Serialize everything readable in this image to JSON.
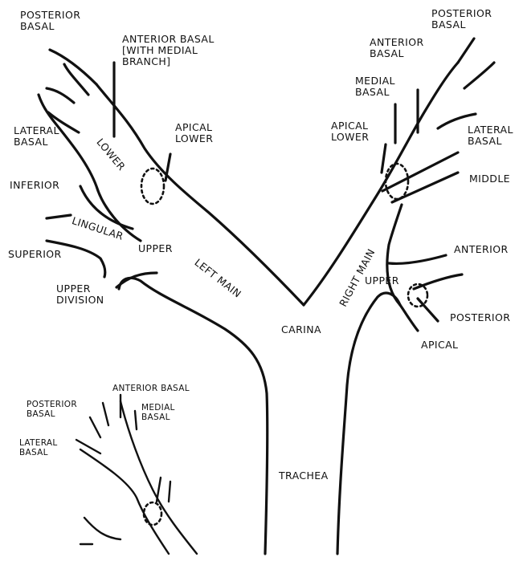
{
  "labels": {
    "left_posterior_basal": "POSTERIOR\nBASAL",
    "left_anterior_basal": "ANTERIOR BASAL\n[WITH MEDIAL\nBRANCH]",
    "left_lateral_basal": "LATERAL\nBASAL",
    "left_lower": "LOWER",
    "left_apical_lower": "APICAL\nLOWER",
    "left_inferior": "INFERIOR",
    "left_lingular": "LINGULAR",
    "left_upper": "UPPER",
    "left_superior": "SUPERIOR",
    "left_upper_division": "UPPER\nDIVISION",
    "left_main": "LEFT MAIN",
    "carina": "CARINA",
    "trachea": "TRACHEA",
    "right_posterior_basal": "POSTERIOR\nBASAL",
    "right_anterior_basal": "ANTERIOR\nBASAL",
    "right_medial_basal": "MEDIAL\nBASAL",
    "right_apical_lower": "APICAL\nLOWER",
    "right_lateral_basal": "LATERAL\nBASAL",
    "right_middle": "MIDDLE",
    "right_main": "RIGHT MAIN",
    "right_upper": "UPPER",
    "right_anterior": "ANTERIOR",
    "right_posterior": "POSTERIOR",
    "right_apical": "APICAL",
    "inset_anterior_basal": "ANTERIOR BASAL",
    "inset_posterior_basal": "POSTERIOR\nBASAL",
    "inset_medial_basal": "MEDIAL\nBASAL",
    "inset_lateral_basal": "LATERAL\nBASAL"
  }
}
